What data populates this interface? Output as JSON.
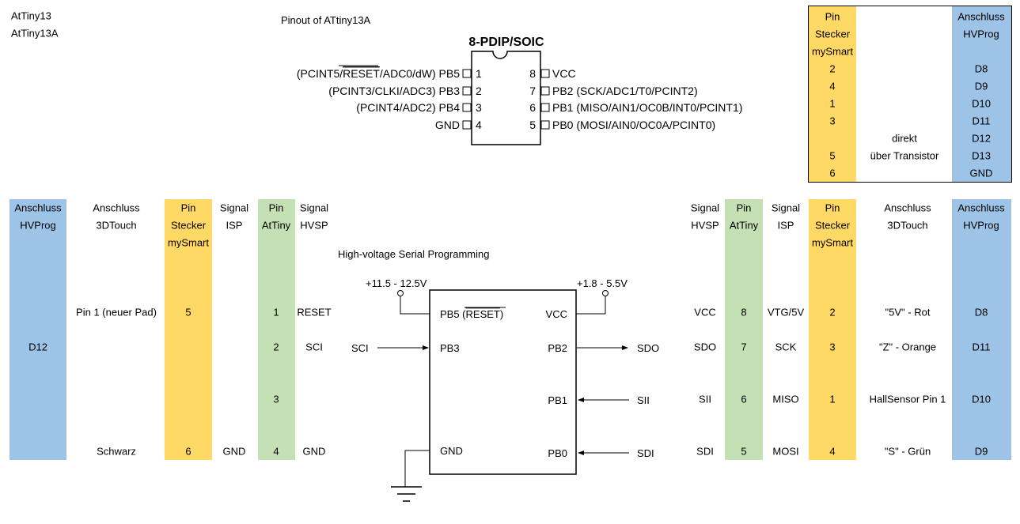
{
  "device_labels": [
    "AtTiny13",
    "AtTiny13A"
  ],
  "colors": {
    "blue": "#9dc3e6",
    "yellow": "#ffd966",
    "green": "#c5e0b4"
  },
  "pinout": {
    "title": "Pinout of ATtiny13A",
    "package": "8-PDIP/SOIC",
    "left_pins": [
      {
        "label_pre": "(PCINT5/",
        "label_over": "RESET",
        "label_post": "/ADC0/dW) PB5",
        "num": "1"
      },
      {
        "label_pre": "(PCINT3/CLKI/ADC3) PB3",
        "label_over": "",
        "label_post": "",
        "num": "2"
      },
      {
        "label_pre": "(PCINT4/ADC2) PB4",
        "label_over": "",
        "label_post": "",
        "num": "3"
      },
      {
        "label_pre": "GND",
        "label_over": "",
        "label_post": "",
        "num": "4"
      }
    ],
    "right_pins": [
      {
        "label": "VCC",
        "num": "8"
      },
      {
        "label": "PB2 (SCK/ADC1/T0/PCINT2)",
        "num": "7"
      },
      {
        "label": "PB1 (MISO/AIN1/OC0B/INT0/PCINT1)",
        "num": "6"
      },
      {
        "label": "PB0 (MOSI/AIN0/OC0A/PCINT0)",
        "num": "5"
      }
    ]
  },
  "hvsp": {
    "title": "High-voltage Serial Programming",
    "v_reset": "+11.5 - 12.5V",
    "v_cc": "+1.8 - 5.5V",
    "pb5": "PB5 (",
    "reset": "RESET",
    "close_paren": ")",
    "vcc": "VCC",
    "pb3": "PB3",
    "sci": "SCI",
    "pb2": "PB2",
    "sdo": "SDO",
    "pb1": "PB1",
    "sii": "SII",
    "gnd": "GND",
    "pb0": "PB0",
    "sdi": "SDI"
  },
  "top_table": {
    "headers": [
      [
        "Pin",
        "Stecker",
        "mySmart"
      ],
      [],
      [
        "Anschluss",
        "HVProg"
      ]
    ],
    "rows": [
      [
        "2",
        "",
        "D8"
      ],
      [
        "4",
        "",
        "D9"
      ],
      [
        "1",
        "",
        "D10"
      ],
      [
        "3",
        "",
        "D11"
      ],
      [
        "",
        "direkt",
        "D12"
      ],
      [
        "5",
        "über Transistor",
        "D13"
      ],
      [
        "6",
        "",
        "GND"
      ]
    ]
  },
  "left_table": {
    "headers": [
      [
        "Anschluss",
        "HVProg"
      ],
      [
        "Anschluss",
        "3DTouch"
      ],
      [
        "Pin",
        "Stecker",
        "mySmart"
      ],
      [
        "Signal",
        "ISP"
      ],
      [
        "Pin",
        "AtTiny"
      ],
      [
        "Signal",
        "HVSP"
      ]
    ],
    "rows": [
      [
        "",
        "Pin 1 (neuer Pad)",
        "5",
        "",
        "1",
        "RESET"
      ],
      [
        "D12",
        "",
        "",
        "",
        "2",
        "SCI"
      ],
      [
        "",
        "",
        "",
        "",
        "3",
        ""
      ],
      [
        "",
        "Schwarz",
        "6",
        "GND",
        "4",
        "GND"
      ]
    ]
  },
  "right_table": {
    "headers": [
      [
        "Signal",
        "HVSP"
      ],
      [
        "Pin",
        "AtTiny"
      ],
      [
        "Signal",
        "ISP"
      ],
      [
        "Pin",
        "Stecker",
        "mySmart"
      ],
      [
        "Anschluss",
        "3DTouch"
      ],
      [
        "Anschluss",
        "HVProg"
      ]
    ],
    "rows": [
      [
        "VCC",
        "8",
        "VTG/5V",
        "2",
        "\"5V\" - Rot",
        "D8"
      ],
      [
        "SDO",
        "7",
        "SCK",
        "3",
        "\"Z\" - Orange",
        "D11"
      ],
      [
        "SII",
        "6",
        "MISO",
        "1",
        "HallSensor Pin 1",
        "D10"
      ],
      [
        "SDI",
        "5",
        "MOSI",
        "4",
        "\"S\" - Grün",
        "D9"
      ]
    ]
  }
}
